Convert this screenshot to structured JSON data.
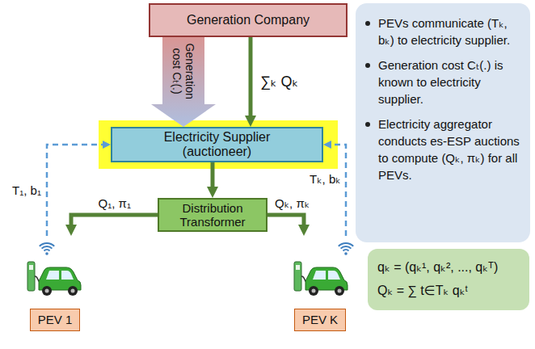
{
  "diagram": {
    "nodes": [
      {
        "text": [
          "Generation Company"
        ]
      },
      {
        "text": [
          "Electricity Supplier",
          "(auctioneer)"
        ]
      },
      {
        "text": [
          "Distribution Transformer"
        ]
      },
      {
        "text": [
          "PEV 1"
        ]
      },
      {
        "text": [
          "PEV K"
        ]
      },
      {
        "text": [
          "PEVs communicate (Tₖ, bₖ) to electricity supplier.",
          "Generation cost Cₜ(.) is known to electricity supplier.",
          "Electricity aggregator conducts es-ESP auctions to compute (Qₖ, πₖ) for all PEVs."
        ]
      },
      {
        "text": [
          "qₖ = (qₖ¹, qₖ², ..., qₖᵀ)",
          "Qₖ = ∑ t∈Tₖ qₖᵗ"
        ]
      }
    ],
    "edges": [
      {
        "from": 0,
        "to": 1,
        "arrow": "to",
        "label": "Generation cost Cₜ(.)"
      },
      {
        "from": 0,
        "to": 1,
        "arrow": "to",
        "label": "∑ₖ Qₖ"
      },
      {
        "from": 1,
        "to": 2,
        "arrow": "to"
      },
      {
        "from": 2,
        "to": 3,
        "arrow": "to",
        "label": "Q₁, π₁"
      },
      {
        "from": 2,
        "to": 4,
        "arrow": "to",
        "label": "Qₖ, πₖ"
      },
      {
        "from": 3,
        "to": 1,
        "arrow": "to",
        "label": "T₁, b₁"
      },
      {
        "from": 4,
        "to": 1,
        "arrow": "to",
        "label": "Tₖ, bₖ"
      }
    ]
  }
}
